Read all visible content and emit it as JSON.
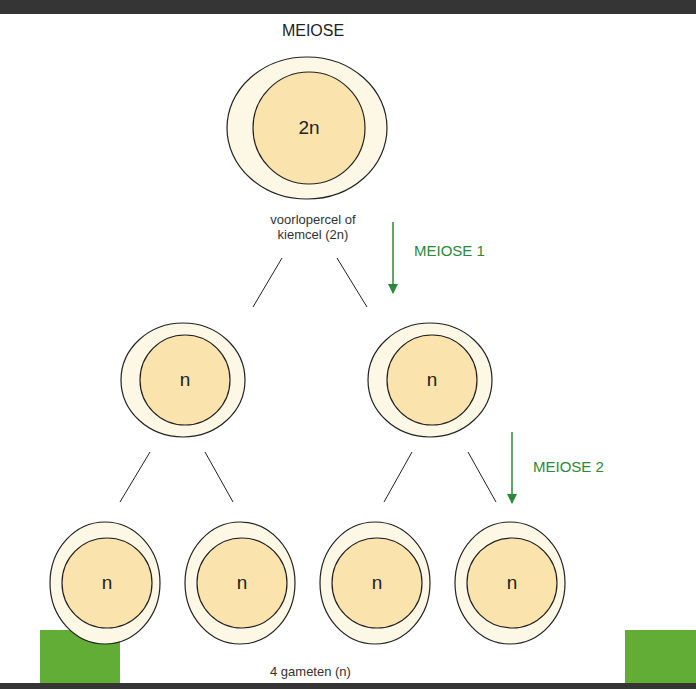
{
  "diagram": {
    "title": "MEIOSE",
    "nodes": [
      {
        "text": [
          "2n",
          "voorlopercel of kiemcel (2n)"
        ]
      },
      {
        "text": [
          "n"
        ]
      },
      {
        "text": [
          "n"
        ]
      },
      {
        "text": [
          "n"
        ]
      },
      {
        "text": [
          "n"
        ]
      },
      {
        "text": [
          "n"
        ]
      },
      {
        "text": [
          "n"
        ]
      }
    ],
    "edges": [
      {
        "from": 0,
        "to": 1,
        "arrow": "none"
      },
      {
        "from": 0,
        "to": 2,
        "arrow": "none"
      },
      {
        "from": 1,
        "to": 3,
        "arrow": "none"
      },
      {
        "from": 1,
        "to": 4,
        "arrow": "none"
      },
      {
        "from": 2,
        "to": 5,
        "arrow": "none"
      },
      {
        "from": 2,
        "to": 6,
        "arrow": "none"
      }
    ],
    "labels": [
      "MEIOSE 1",
      "MEIOSE 2",
      "4 gameten (n)"
    ]
  }
}
